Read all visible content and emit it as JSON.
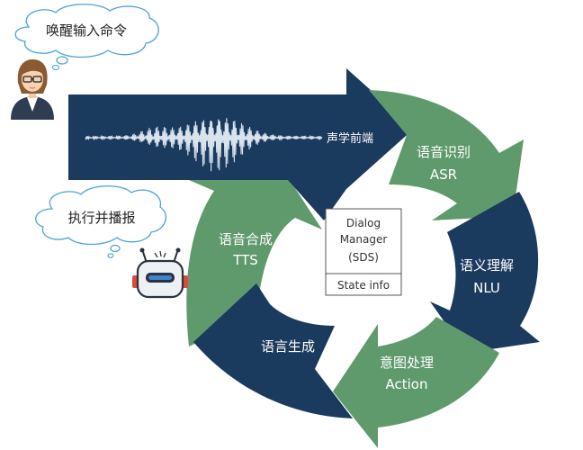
{
  "user_bubble": {
    "text": "唤醒输入命令"
  },
  "robot_bubble": {
    "text": "执行并播报"
  },
  "front_end": {
    "label": "声学前端"
  },
  "cycle": {
    "asr": {
      "line1": "语音识别",
      "line2": "ASR"
    },
    "nlu": {
      "line1": "语义理解",
      "line2": "NLU"
    },
    "action": {
      "line1": "意图处理",
      "line2": "Action"
    },
    "nlg": {
      "line1": "语言生成"
    },
    "tts": {
      "line1": "语音合成",
      "line2": "TTS"
    }
  },
  "dialog_manager": {
    "line1": "Dialog",
    "line2": "Manager",
    "line3": "(SDS)",
    "state": "State info"
  },
  "colors": {
    "navy": "#1a3a5e",
    "green": "#5f9a6c",
    "bubble_border": "#4aa3d8",
    "box_border": "#555555"
  }
}
